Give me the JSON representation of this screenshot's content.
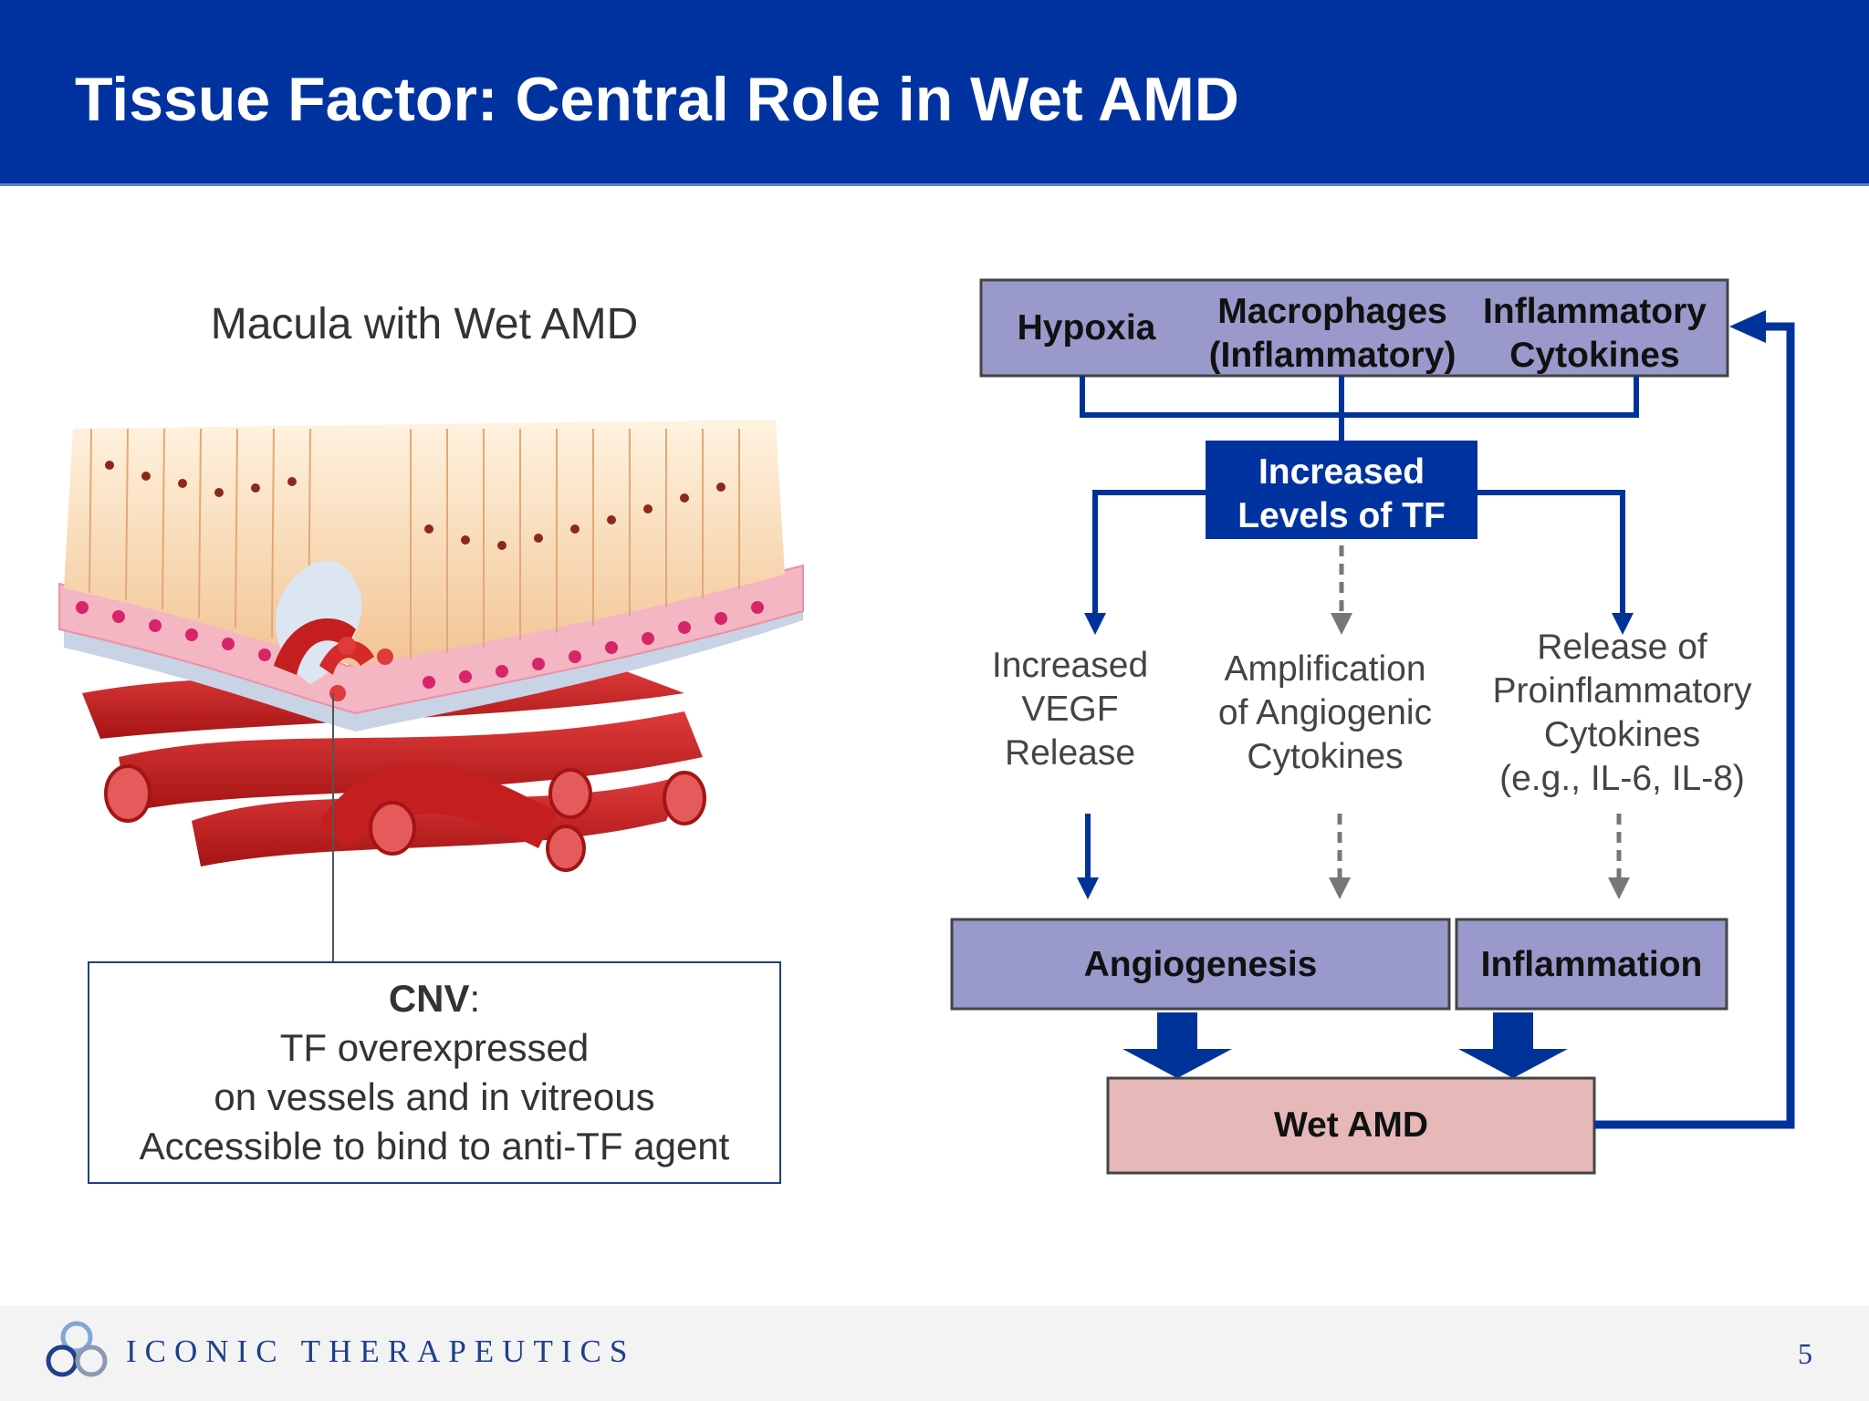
{
  "header": {
    "title": "Tissue Factor: Central Role in Wet AMD"
  },
  "illustration": {
    "title": "Macula with Wet AMD"
  },
  "cnv": {
    "label": "CNV",
    "colon": ":",
    "line1": "TF overexpressed",
    "line2": "on vessels and in vitreous",
    "line3": "Accessible to bind to anti-TF agent"
  },
  "diagram": {
    "inputs": {
      "hypoxia": "Hypoxia",
      "macrophages_l1": "Macrophages",
      "macrophages_l2": "(Inflammatory)",
      "cytokines_l1": "Inflammatory",
      "cytokines_l2": "Cytokines"
    },
    "tf": {
      "l1": "Increased",
      "l2": "Levels of TF"
    },
    "effects": {
      "vegf_l1": "Increased",
      "vegf_l2": "VEGF",
      "vegf_l3": "Release",
      "amp_l1": "Amplification",
      "amp_l2": "of Angiogenic",
      "amp_l3": "Cytokines",
      "rel_l1": "Release of",
      "rel_l2": "Proinflammatory",
      "rel_l3": "Cytokines",
      "rel_l4": "(e.g., IL-6, IL-8)"
    },
    "outcomes": {
      "angiogenesis": "Angiogenesis",
      "inflammation": "Inflammation"
    },
    "result": "Wet AMD"
  },
  "colors": {
    "header_blue": "#0033a0",
    "box_purple": "#9999cc",
    "wet_amd_pink": "#e6b8b8",
    "arrow_blue": "#003399",
    "dashed_grey": "#777777"
  },
  "footer": {
    "company": "ICONIC THERAPEUTICS",
    "page": "5",
    "logo_icon": "interlocking-rings-logo"
  }
}
